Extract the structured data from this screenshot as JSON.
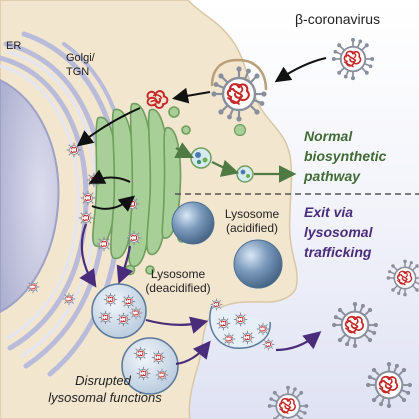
{
  "labels": {
    "virus": "β-coronavirus",
    "er": "ER",
    "golgi_line1": "Golgi/",
    "golgi_line2": "TGN",
    "lysosome_acid_line1": "Lysosome",
    "lysosome_acid_line2": "(acidified)",
    "lysosome_deacid_line1": "Lysosome",
    "lysosome_deacid_line2": "(deacidified)",
    "normal_line1": "Normal",
    "normal_line2": "biosynthetic",
    "normal_line3": "pathway",
    "exit_line1": "Exit via",
    "exit_line2": "lysosomal",
    "exit_line3": "trafficking",
    "disrupted_line1": "Disrupted",
    "disrupted_line2": "lysosomal functions"
  },
  "colors": {
    "cytoplasm": "#f3e6cf",
    "extracellular_top": "#ffffff",
    "extracellular_bottom": "#e3e5f5",
    "nucleus": "#c9cbe2",
    "er": "#d4d5ea",
    "golgi": "#a8cf98",
    "lysosome": "#6f8fb0",
    "virus_rna": "#c62828",
    "virus_spike": "#8a8f9c",
    "normal_path": "#4f7a43",
    "lysosomal_path": "#4a2d7a"
  }
}
